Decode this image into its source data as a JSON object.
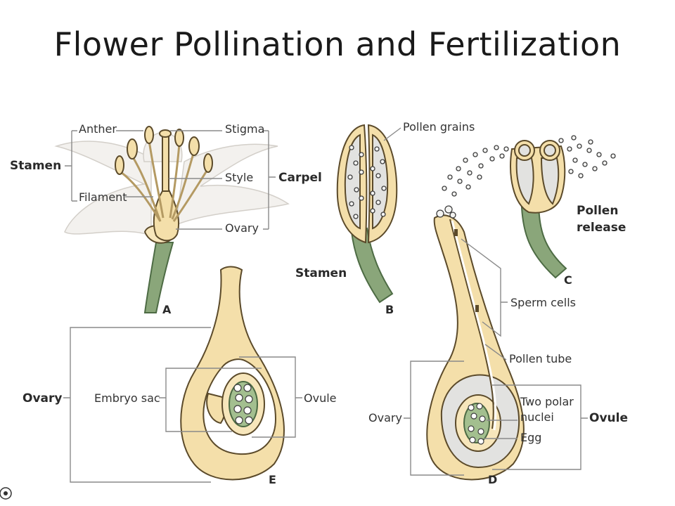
{
  "title": "Flower Pollination and Fertilization",
  "panel_a": {
    "letter": "A",
    "anther": "Anther",
    "filament": "Filament",
    "stamen": "Stamen",
    "stigma": "Stigma",
    "style": "Style",
    "ovary": "Ovary",
    "carpel": "Carpel"
  },
  "panel_b": {
    "letter": "B",
    "pollen_grains": "Pollen grains",
    "stamen": "Stamen"
  },
  "panel_c": {
    "letter": "C",
    "pollen_release_1": "Pollen",
    "pollen_release_2": "release"
  },
  "panel_d": {
    "letter": "D",
    "sperm_cells": "Sperm cells",
    "pollen_tube": "Pollen tube",
    "two_polar_1": "Two polar",
    "two_polar_2": "nuclei",
    "egg": "Egg",
    "ovary": "Ovary",
    "ovule": "Ovule"
  },
  "panel_e": {
    "letter": "E",
    "ovary": "Ovary",
    "embryo_sac": "Embryo sac",
    "ovule": "Ovule"
  }
}
